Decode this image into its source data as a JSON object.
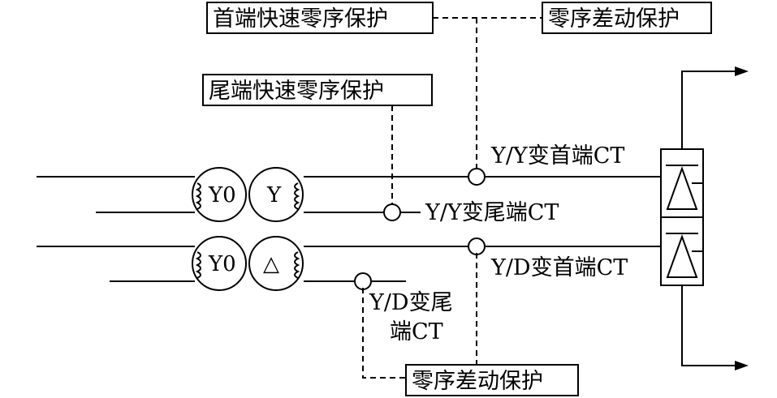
{
  "labels": {
    "head_fast_zero_seq": "首端快速零序保护",
    "zero_seq_diff_top": "零序差动保护",
    "tail_fast_zero_seq": "尾端快速零序保护",
    "yy_head_ct": "Y/Y变首端CT",
    "yy_tail_ct": "Y/Y变尾端CT",
    "yd_head_ct": "Y/D变首端CT",
    "yd_tail_ct_line1": "Y/D变尾",
    "yd_tail_ct_line2": "端CT",
    "zero_seq_diff_bottom": "零序差动保护"
  },
  "transformers": {
    "yy_primary": "Y0",
    "yy_secondary": "Y",
    "yd_primary": "Y0",
    "yd_secondary": "△"
  }
}
